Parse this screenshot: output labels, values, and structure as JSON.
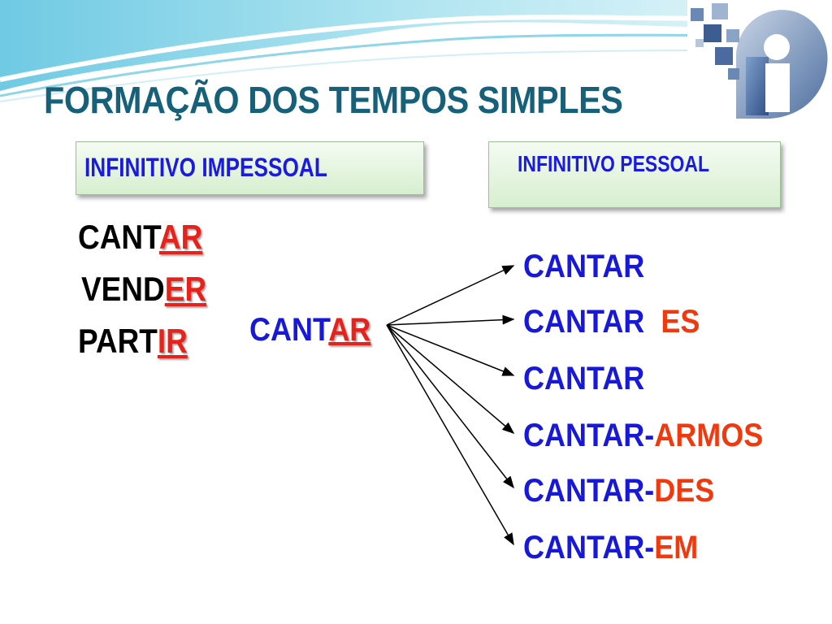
{
  "title": "FORMAÇÃO DOS TEMPOS SIMPLES",
  "box_left": "INFINITIVO IMPESSOAL",
  "box_right": "INFINITIVO PESSOAL",
  "left_words": [
    {
      "stem": "CANT",
      "suffix": "AR"
    },
    {
      "stem": "VEND",
      "suffix": "ER"
    },
    {
      "stem": "PART",
      "suffix": "IR"
    }
  ],
  "center_word": {
    "stem": "CANT",
    "suffix": "AR"
  },
  "forms": [
    {
      "base": "CANTAR",
      "ending": ""
    },
    {
      "base": "CANTAR",
      "ending": "ES"
    },
    {
      "base": "CANTAR",
      "ending": ""
    },
    {
      "base": "CANTAR-",
      "ending": "ARMOS"
    },
    {
      "base": "CANTAR-",
      "ending": "DES"
    },
    {
      "base": "CANTAR-",
      "ending": "EM"
    }
  ],
  "colors": {
    "title": "#17607a",
    "blue_text": "#1818d8",
    "red_text": "#e8221a",
    "box_fill": "#d7efcf"
  }
}
